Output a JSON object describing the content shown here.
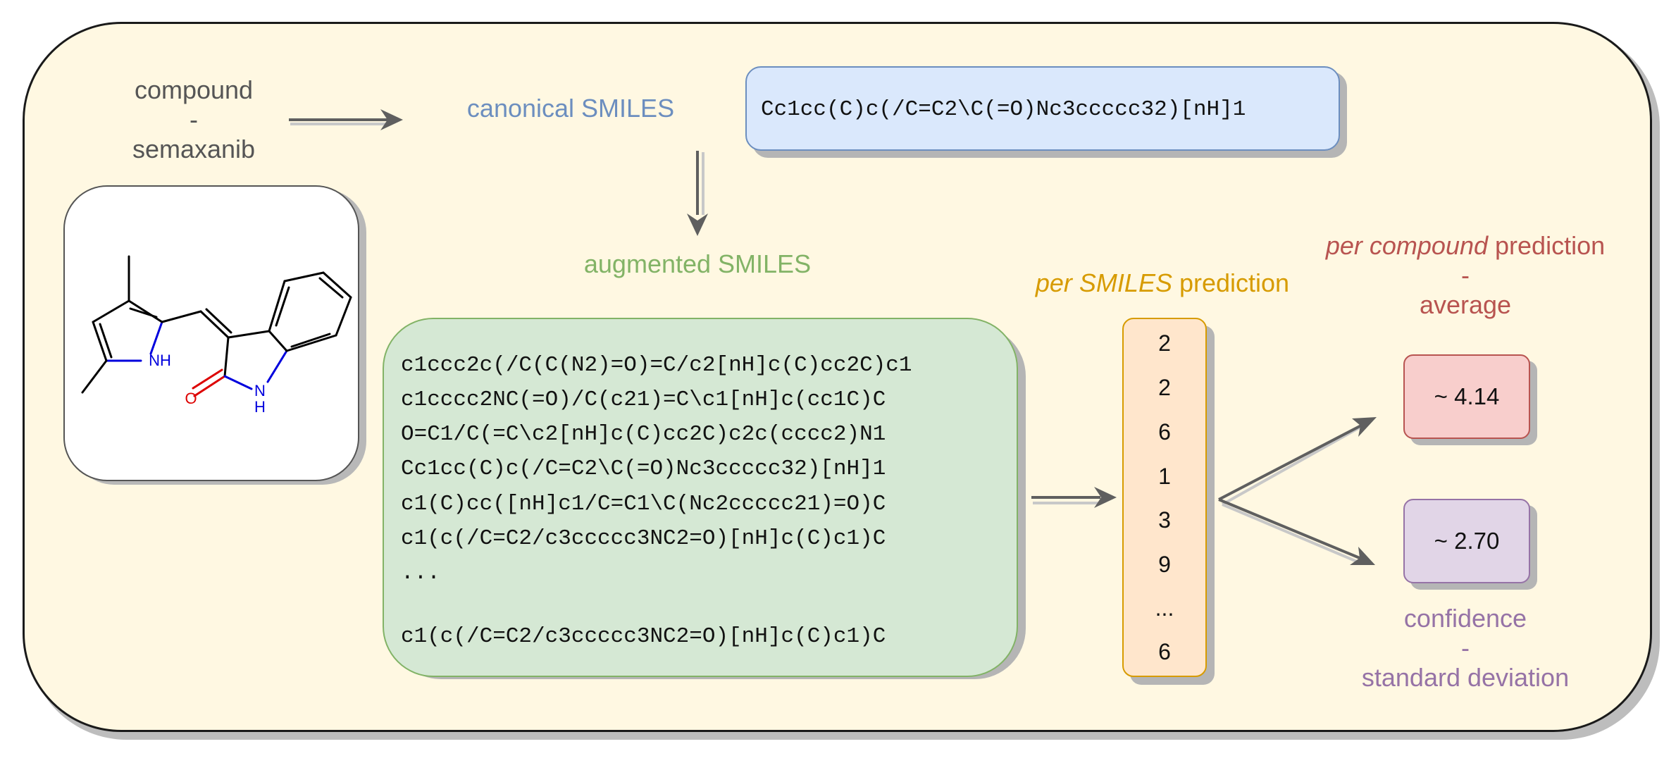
{
  "compound": {
    "line1": "compound",
    "dash": "-",
    "name": "semaxanib"
  },
  "canonical": {
    "label": "canonical SMILES",
    "smiles": "Cc1cc(C)c(/C=C2\\C(=O)Nc3ccccc32)[nH]1"
  },
  "augmented": {
    "label": "augmented SMILES",
    "smiles": [
      "c1ccc2c(/C(C(N2)=O)=C/c2[nH]c(C)cc2C)c1",
      "c1cccc2NC(=O)/C(c21)=C\\c1[nH]c(cc1C)C",
      "O=C1/C(=C\\c2[nH]c(C)cc2C)c2c(cccc2)N1",
      "Cc1cc(C)c(/C=C2\\C(=O)Nc3ccccc32)[nH]1",
      "c1(C)cc([nH]c1/C=C1\\C(Nc2ccccc21)=O)C",
      "c1(c(/C=C2/c3ccccc3NC2=O)[nH]c(C)c1)C",
      "...",
      "c1(c(/C=C2/c3ccccc3NC2=O)[nH]c(C)c1)C"
    ]
  },
  "per_smiles": {
    "label_italic": "per SMILES",
    "label_rest": " prediction",
    "values": [
      "2",
      "2",
      "6",
      "1",
      "3",
      "9",
      "...",
      "6"
    ]
  },
  "per_compound": {
    "label_italic": "per compound",
    "label_rest": " prediction",
    "dash": "-",
    "sublabel": "average",
    "value": "~ 4.14"
  },
  "confidence": {
    "label": "confidence",
    "dash": "-",
    "sublabel": "standard deviation",
    "value": "~ 2.70"
  },
  "molecule": {
    "atom_labels": {
      "nh_pyrrole": "NH",
      "o": "O",
      "n_indole": "N",
      "h_indole": "H"
    }
  },
  "colors": {
    "background": "#fff8e2",
    "blue_text": "#6c8ebf",
    "green_text": "#82b366",
    "orange_text": "#d79b00",
    "red_text": "#b85450",
    "purple_text": "#9673a6",
    "arrow": "#5f5f5f"
  }
}
